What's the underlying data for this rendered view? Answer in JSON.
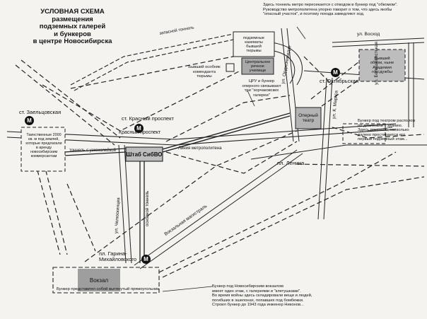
{
  "title": "УСЛОВНАЯ СХЕМА\nразмещения\nподземных галерей\nи бункеров\nв центре Новосибирска",
  "stations": {
    "zaeltsovskaya": "ст. Заельцовская",
    "krasny_prospekt": "ст. Красный проспект",
    "oktyabrskaya": "ст. Октябрьская",
    "garina": "пл. Гарина-\nМихайловского"
  },
  "streets": {
    "voskhod": "ул. Восход",
    "bolshevistskaya": "ул. Большевистская",
    "ordzhonikidze": "ул. Орджоникидзе",
    "krasny_prospekt": "Красный проспект",
    "chelyuskintsev": "ул. Челюскинцев",
    "karla_marksa": "ул. К. Маркса",
    "lenina": "пл. Ленина",
    "vokzalnaya": "Вокзальная магистраль"
  },
  "tunnels": {
    "zapasnoy": "запасной тоннель",
    "uzkokoleyka": "тоннель с узкоколейкой",
    "metro_line": "Линия метрополитена",
    "osnovnoy": "основной тоннель"
  },
  "places": {
    "shtab": "Штаб СибВО",
    "vokzal": "Вокзал",
    "opera": "Оперный\nтеатр",
    "vacuum_kommendant": "Бывший особняк\nкоменданта\nтюрьмы",
    "tsentral_uchilishche": "Центральное\nречное\nучилище",
    "kazematy": "подземные\nказематы\nбывшей\nтюрьмы",
    "obkom": "Бывший\nобком, ныне\nАкадемия\nгоссдуж­бы",
    "tsru": "ЦРУ и бункер\nоперного связывают\nтри \"хорчаковских\nгалереи\""
  },
  "notes": {
    "top_right": "Здесь тоннель метро пересекается с отводом в бункер под \"обкомом\".\nРуководство метрополитена упорно говорит о том, что здесь якобы\n\"опасный участок\", и поэтому поезда замедляют ход.",
    "opera_bunker": "Бункер под театром располож\nпо диагонали к зданию.\nЗдесь показано, насколько\nдалеко простирается его\nпервый подземный этаж...",
    "left_box": "Таинственные 2000\nкв. м под землей,\nкоторые предлагали\nв аренду\nновосибирским\nкоммерсантам",
    "vokzal_bunker": "Бункер представлял собой вытянутый прямоугольник",
    "bottom_note": "Бункер под Новосибирским вокзалом\nимеет один этаж, с галереями и \"клетушками\".\nВо время войны здесь складировали вещи и людей,\nпогибших в эшелонах, попавших под бомбежки.\nСтроил бункер до 1943 года инженер Никонов..."
  },
  "metro_symbol": "М"
}
